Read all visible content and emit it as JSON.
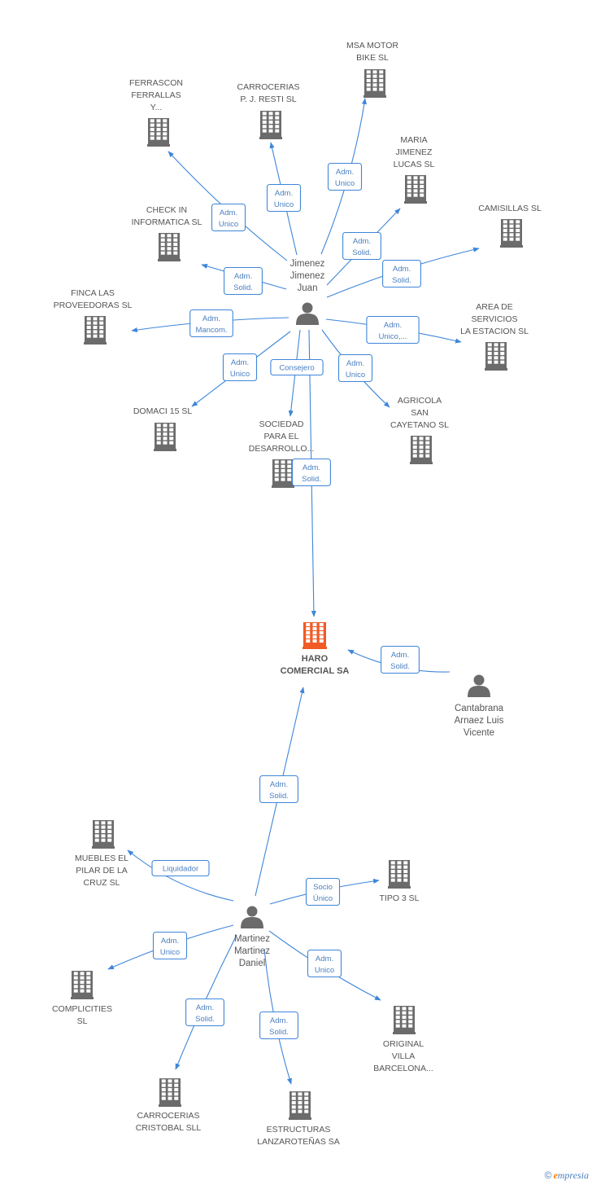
{
  "colors": {
    "edge": "#3f86d9",
    "company": "#6b6b6b",
    "center_company": "#f15a24",
    "person": "#6b6b6b"
  },
  "nodes": [
    {
      "id": "jjj",
      "kind": "person",
      "lines": [
        "Jimenez",
        "Jimenez",
        "Juan"
      ]
    },
    {
      "id": "cav",
      "kind": "person",
      "lines": [
        "Cantabrana",
        "Arnaez Luis",
        "Vicente"
      ]
    },
    {
      "id": "mmd",
      "kind": "person",
      "lines": [
        "Martinez",
        "Martinez",
        "Daniel"
      ]
    },
    {
      "id": "haro",
      "kind": "center",
      "lines": [
        "HARO",
        "COMERCIAL SA"
      ]
    },
    {
      "id": "msa",
      "kind": "company",
      "lines": [
        "MSA MOTOR",
        "BIKE SL"
      ]
    },
    {
      "id": "ferr",
      "kind": "company",
      "lines": [
        "FERRASCON",
        "FERRALLAS",
        "Y..."
      ]
    },
    {
      "id": "carr",
      "kind": "company",
      "lines": [
        "CARROCERIAS",
        "P.  J. RESTI  SL"
      ]
    },
    {
      "id": "mar",
      "kind": "company",
      "lines": [
        "MARIA",
        "JIMENEZ",
        "LUCAS SL"
      ]
    },
    {
      "id": "check",
      "kind": "company",
      "lines": [
        "CHECK IN",
        "INFORMATICA SL"
      ]
    },
    {
      "id": "cami",
      "kind": "company",
      "lines": [
        "CAMISILLAS  SL"
      ]
    },
    {
      "id": "finca",
      "kind": "company",
      "lines": [
        "FINCA LAS",
        "PROVEEDORAS SL"
      ]
    },
    {
      "id": "area",
      "kind": "company",
      "lines": [
        "AREA DE",
        "SERVICIOS",
        "LA ESTACION SL"
      ]
    },
    {
      "id": "domaci",
      "kind": "company",
      "lines": [
        "DOMACI 15 SL"
      ]
    },
    {
      "id": "soc",
      "kind": "company",
      "lines": [
        "SOCIEDAD",
        "PARA EL",
        "DESARROLLO..."
      ]
    },
    {
      "id": "agri",
      "kind": "company",
      "lines": [
        "AGRICOLA",
        "SAN",
        "CAYETANO SL"
      ]
    },
    {
      "id": "mueb",
      "kind": "company",
      "lines": [
        "MUEBLES EL",
        "PILAR DE LA",
        "CRUZ  SL"
      ]
    },
    {
      "id": "tipo",
      "kind": "company",
      "lines": [
        "TIPO 3  SL"
      ]
    },
    {
      "id": "compl",
      "kind": "company",
      "lines": [
        "COMPLICITIES",
        "SL"
      ]
    },
    {
      "id": "orig",
      "kind": "company",
      "lines": [
        "ORIGINAL",
        "VILLA",
        "BARCELONA..."
      ]
    },
    {
      "id": "carrc",
      "kind": "company",
      "lines": [
        "CARROCERIAS",
        "CRISTOBAL SLL"
      ]
    },
    {
      "id": "estr",
      "kind": "company",
      "lines": [
        "ESTRUCTURAS",
        "LANZAROTEÑAS SA"
      ]
    }
  ],
  "edges": [
    {
      "from": "jjj",
      "to": "msa",
      "label": [
        "Adm.",
        "Unico"
      ]
    },
    {
      "from": "jjj",
      "to": "carr",
      "label": [
        "Adm.",
        "Unico"
      ]
    },
    {
      "from": "jjj",
      "to": "ferr",
      "label": [
        "Adm.",
        "Unico"
      ]
    },
    {
      "from": "jjj",
      "to": "mar",
      "label": [
        "Adm.",
        "Solid."
      ]
    },
    {
      "from": "jjj",
      "to": "cami",
      "label": [
        "Adm.",
        "Solid."
      ]
    },
    {
      "from": "jjj",
      "to": "check",
      "label": [
        "Adm.",
        "Solid."
      ]
    },
    {
      "from": "jjj",
      "to": "finca",
      "label": [
        "Adm.",
        "Mancom."
      ]
    },
    {
      "from": "jjj",
      "to": "area",
      "label": [
        "Adm.",
        "Unico,..."
      ]
    },
    {
      "from": "jjj",
      "to": "domaci",
      "label": [
        "Adm.",
        "Unico"
      ]
    },
    {
      "from": "jjj",
      "to": "soc",
      "label": [
        "Consejero"
      ]
    },
    {
      "from": "jjj",
      "to": "agri",
      "label": [
        "Adm.",
        "Unico"
      ]
    },
    {
      "from": "jjj",
      "to": "haro",
      "label": [
        "Adm.",
        "Solid."
      ]
    },
    {
      "from": "cav",
      "to": "haro",
      "label": [
        "Adm.",
        "Solid."
      ]
    },
    {
      "from": "mmd",
      "to": "haro",
      "label": [
        "Adm.",
        "Solid."
      ]
    },
    {
      "from": "mmd",
      "to": "mueb",
      "label": [
        "Liquidador"
      ]
    },
    {
      "from": "mmd",
      "to": "tipo",
      "label": [
        "Socio",
        "Único"
      ]
    },
    {
      "from": "mmd",
      "to": "compl",
      "label": [
        "Adm.",
        "Unico"
      ]
    },
    {
      "from": "mmd",
      "to": "orig",
      "label": [
        "Adm.",
        "Unico"
      ]
    },
    {
      "from": "mmd",
      "to": "carrc",
      "label": [
        "Adm.",
        "Solid."
      ]
    },
    {
      "from": "mmd",
      "to": "estr",
      "label": [
        "Adm.",
        "Solid."
      ]
    }
  ],
  "footer": {
    "copyright": "©",
    "brand_initial": "e",
    "brand_rest": "mpresia"
  }
}
